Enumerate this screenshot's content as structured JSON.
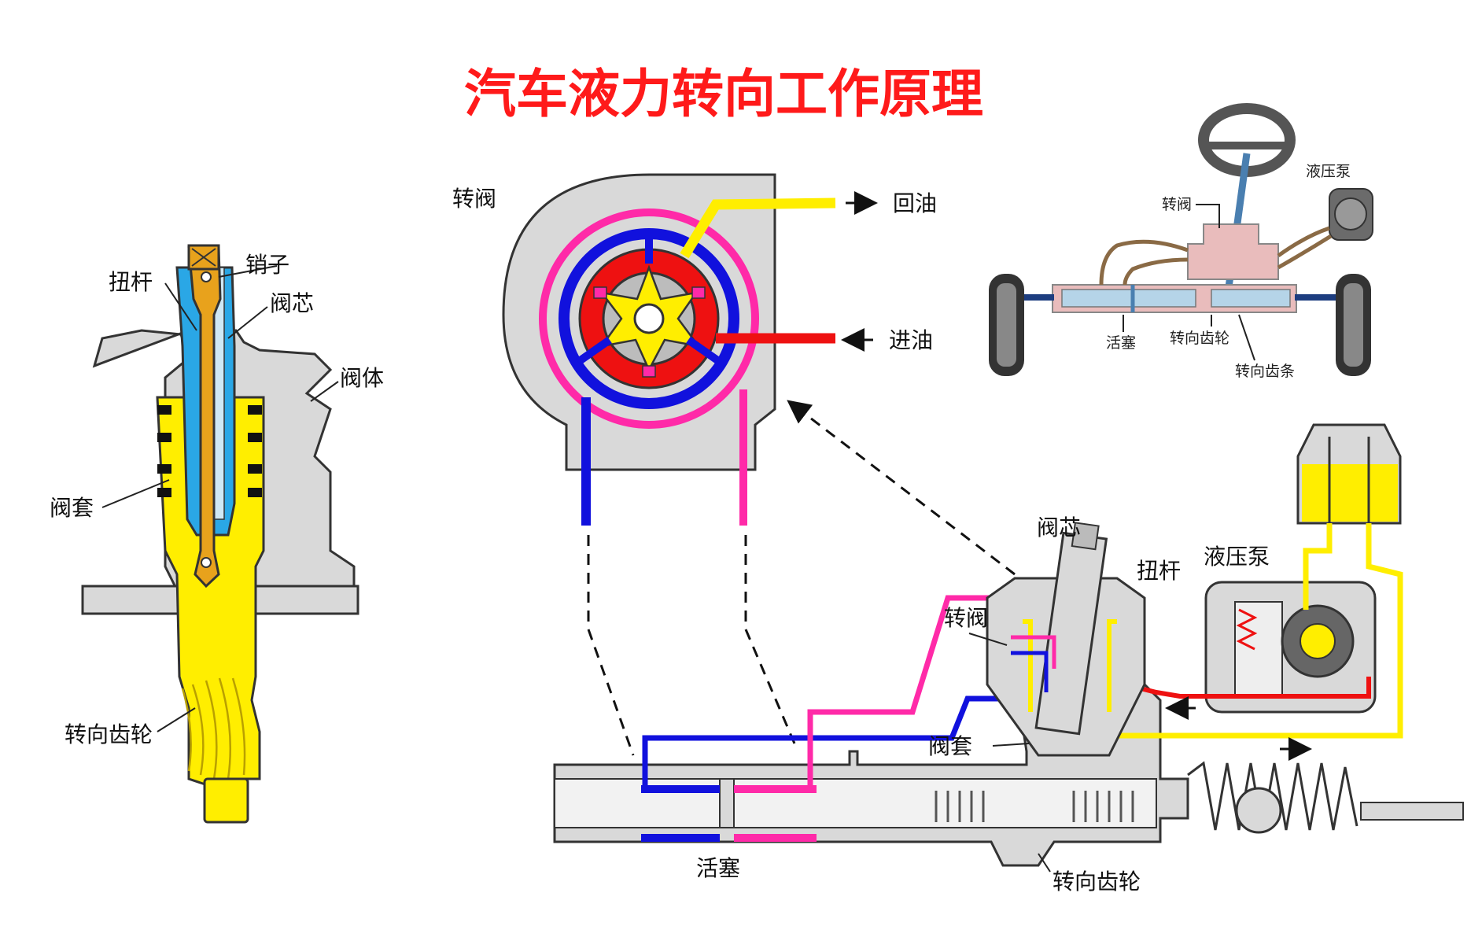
{
  "title": "汽车液力转向工作原理",
  "left_cutaway": {
    "labels": {
      "pin": "销子",
      "torsion_bar": "扭杆",
      "valve_core": "阀芯",
      "valve_body": "阀体",
      "valve_sleeve": "阀套",
      "steering_gear": "转向齿轮"
    }
  },
  "rotary_valve_section": {
    "title": "转阀",
    "return_label": "回油",
    "inlet_label": "进油"
  },
  "overview_inset": {
    "labels": {
      "pump": "液压泵",
      "rotary_valve": "转阀",
      "piston": "活塞",
      "pinion": "转向齿轮",
      "rack": "转向齿条"
    }
  },
  "rack_assembly": {
    "labels": {
      "valve_core": "阀芯",
      "torsion_bar": "扭杆",
      "pump": "液压泵",
      "rotary_valve": "转阀",
      "valve_sleeve": "阀套",
      "piston": "活塞",
      "pinion": "转向齿轮"
    }
  },
  "colors": {
    "title": "#ff1a1a",
    "oil_yellow": "#ffee00",
    "valve_blue": "#1111dd",
    "magenta": "#ff2aa8",
    "pressure_red": "#ee1111",
    "cyan": "#2aa7e6",
    "orange_bar": "#e8a21c",
    "body_gray": "#d9d9d9"
  }
}
